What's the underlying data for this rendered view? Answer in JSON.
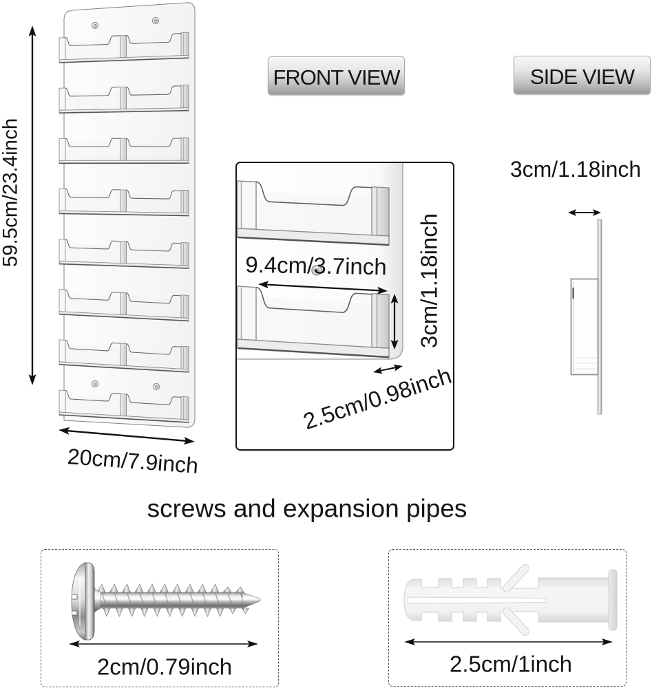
{
  "colors": {
    "background": "#ffffff",
    "text": "#151515",
    "arrow": "#111111",
    "badge_top": "#f7f7f7",
    "badge_bottom": "#9b9b9b",
    "badge_border": "#a9a9a9",
    "frame_border": "#161616",
    "dashed_border": "#555555",
    "acrylic_edge": "#626262",
    "acrylic_line": "#8c8c8c",
    "plastic_anchor": "#eeeeee",
    "metal_screw": "#c8c8c8"
  },
  "rack": {
    "tiers": 8,
    "pockets_per_tier": 2,
    "mounting_holes": 4,
    "height_label": "59.5cm/23.4inch",
    "width_label": "20cm/7.9inch"
  },
  "front_view": {
    "title": "FRONT VIEW",
    "pockets_shown": 2,
    "mounting_holes": 1,
    "pocket_width_label": "9.4cm/3.7inch",
    "pocket_height_label": "3cm/1.18inch",
    "pocket_depth_label": "2.5cm/0.98inch"
  },
  "side_view": {
    "title": "SIDE VIEW",
    "depth_label": "3cm/1.18inch"
  },
  "accessories": {
    "heading": "screws and expansion pipes",
    "items": [
      {
        "icon": "screw-icon",
        "length_label": "2cm/0.79inch"
      },
      {
        "icon": "expansion-anchor-icon",
        "length_label": "2.5cm/1inch"
      }
    ]
  }
}
